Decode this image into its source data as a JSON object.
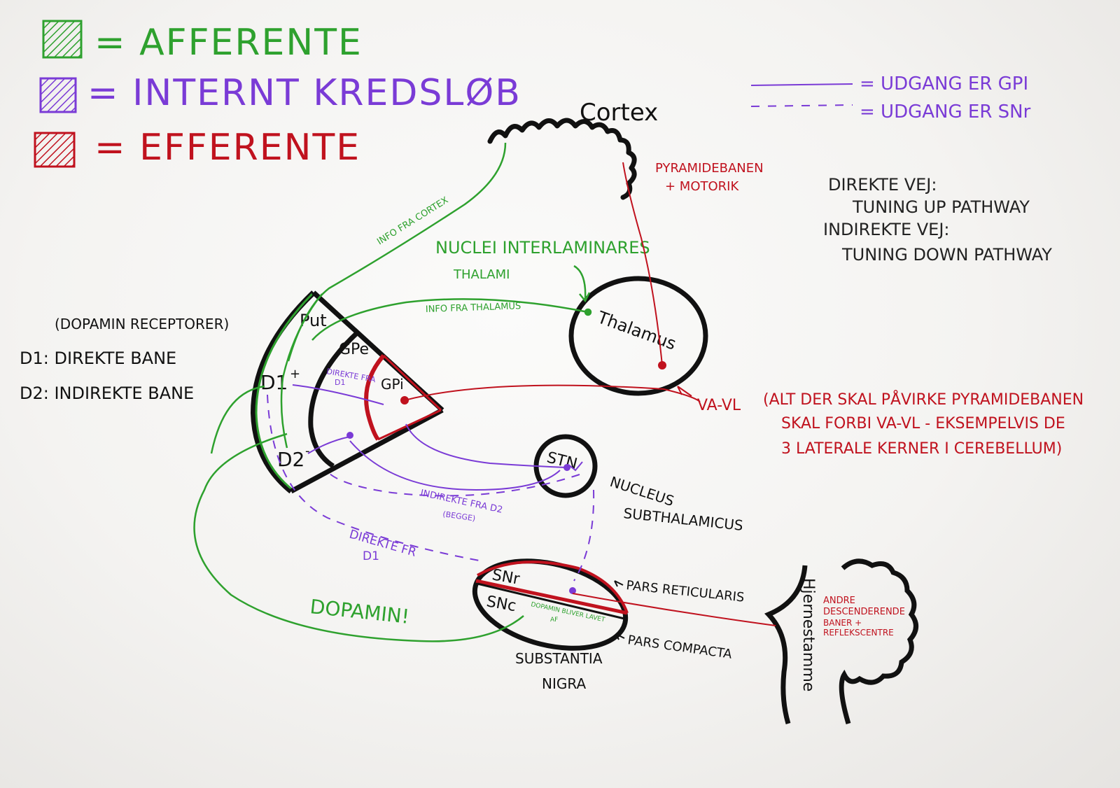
{
  "colors": {
    "afferent": "#2ea12e",
    "internal": "#7a3bd6",
    "efferent": "#c0121e",
    "structure": "#111111",
    "paper": "#f6f5f3"
  },
  "legend": {
    "afferente": "= AFFERENTE",
    "internt": "= INTERNT KREDSLØB",
    "efferente": "= EFFERENTE",
    "line_solid": "= UDGANG ER GPI",
    "line_dashed": "= UDGANG ER SNr"
  },
  "notes": {
    "vej_1": "DIREKTE VEJ:",
    "vej_2": "TUNING UP PATHWAY",
    "vej_3": "INDIREKTE VEJ:",
    "vej_4": "TUNING DOWN PATHWAY",
    "receptor_title": "(DOPAMIN RECEPTORER)",
    "d1_note": "D1: DIREKTE BANE",
    "d2_note": "D2: INDIREKTE BANE",
    "alt_1": "(ALT DER SKAL PÅVIRKE PYRAMIDEBANEN",
    "alt_2": "SKAL FORBI VA-VL - EKSEMPELVIS DE",
    "alt_3": "3 LATERALE KERNER I CEREBELLUM)"
  },
  "structures": {
    "cortex": "Cortex",
    "thalamus": "Thalamus",
    "put": "Put",
    "gpe": "GPe",
    "gpi": "GPi",
    "d1": "D1",
    "d1_sign": "+",
    "d2": "D2",
    "d2_sign": "-",
    "stn": "STN",
    "snr": "SNr",
    "snc": "SNc",
    "hjernestamme": "Hjernestamme"
  },
  "labels": {
    "pyramidebanen_1": "PYRAMIDEBANEN",
    "pyramidebanen_2": "+ MOTORIK",
    "nuclei_1": "NUCLEI INTERLAMINARES",
    "nuclei_2": "THALAMI",
    "info_cortex": "INFO FRA CORTEX",
    "info_thalamus": "INFO FRA THALAMUS",
    "vavl": "VA-VL",
    "direkte_fra_d1_1": "DIREKTE FRA",
    "direkte_fra_d1_2": "D1",
    "indirekte_fra_d2_1": "INDIREKTE FRA D2",
    "indirekte_fra_d2_2": "(BEGGE)",
    "direkte_fr_d1_1": "DIREKTE FR",
    "direkte_fr_d1_2": "D1",
    "nucleus_1": "NUCLEUS",
    "nucleus_2": "SUBTHALAMICUS",
    "pars_reticularis": "PARS RETICULARIS",
    "pars_compacta": "PARS COMPACTA",
    "substantia_1": "SUBSTANTIA",
    "substantia_2": "NIGRA",
    "dopamin": "DOPAMIN!",
    "dopamin_lavet_1": "DOPAMIN BLIVER LAVET",
    "dopamin_lavet_2": "AF",
    "andre_1": "ANDRE",
    "andre_2": "DESCENDERENDE",
    "andre_3": "BANER +",
    "andre_4": "REFLEKSCENTRE"
  }
}
